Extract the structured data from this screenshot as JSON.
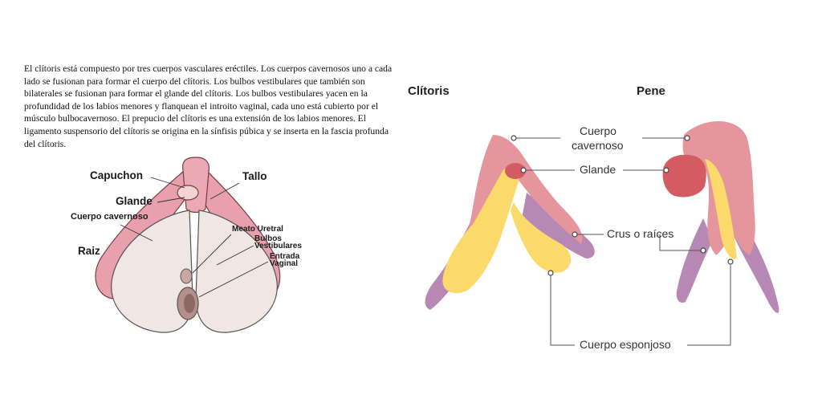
{
  "paragraph": "El clítoris está compuesto por tres cuerpos vasculares eréctiles. Los cuerpos cavernosos uno a cada lado se fusionan para formar el cuerpo del clítoris. Los bulbos vestibulares que también son bilaterales se fusionan para formar el glande del clítoris. Los bulbos vestibulares yacen en la profundidad de los labios menores y flanquean el introito vaginal, cada uno está cubierto por el músculo bulbocavernoso. El prepucio del clítoris es una extensión de los labios menores. El ligamento suspensorio del clítoris se origina en la sínfisis púbica y se inserta en la fascia profunda del clítoris.",
  "left_diagram": {
    "labels": {
      "capuchon": "Capuchon",
      "tallo": "Tallo",
      "glande": "Glande",
      "cuerpo_cavernoso": "Cuerpo cavernoso",
      "raiz": "Raiz",
      "meato": "Meato Uretral",
      "bulbos_1": "Bulbos",
      "bulbos_2": "Vestibulares",
      "entrada_1": "Entrada",
      "entrada_2": "Vaginal"
    }
  },
  "right_diagram": {
    "title_left": "Clítoris",
    "title_right": "Pene",
    "labels": {
      "cuerpo_1": "Cuerpo",
      "cuerpo_2": "cavernoso",
      "glande": "Glande",
      "crus": "Crus o raíces",
      "esponjoso": "Cuerpo esponjoso"
    }
  },
  "colors": {
    "pink": "#e4969c",
    "glans": "#d55b62",
    "yellow": "#fbd96b",
    "purple": "#b888b4"
  }
}
